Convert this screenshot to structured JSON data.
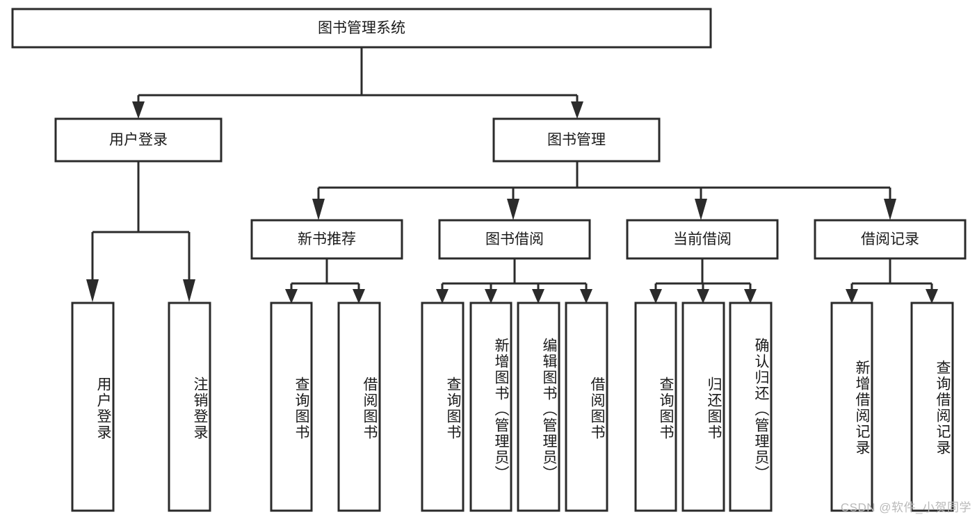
{
  "diagram": {
    "type": "tree-hierarchy",
    "title": "图书管理系统",
    "watermark": "CSDN @软件_小贺同学",
    "colors": {
      "stroke": "#2b2b2b",
      "fill": "#ffffff",
      "text": "#1a1a1a",
      "watermark": "#b9b9b9",
      "background": "#ffffff"
    },
    "levels": {
      "root": {
        "label": "图书管理系统"
      },
      "level2": [
        {
          "label": "用户登录"
        },
        {
          "label": "图书管理"
        }
      ],
      "level3": [
        {
          "label": "新书推荐"
        },
        {
          "label": "图书借阅"
        },
        {
          "label": "当前借阅"
        },
        {
          "label": "借阅记录"
        }
      ]
    },
    "nodes": {
      "root": "图书管理系统",
      "user_login": "用户登录",
      "book_manage": "图书管理",
      "new_book_rec": "新书推荐",
      "book_borrow": "图书借阅",
      "current_borrow": "当前借阅",
      "borrow_record": "借阅记录",
      "leaf_user_login": "用户登录",
      "leaf_user_logout": "注销登录",
      "leaf_query_book_1": "查询图书",
      "leaf_borrow_book_1": "借阅图书",
      "leaf_query_book_2": "查询图书",
      "leaf_add_book_admin": "新增图书（管理员）",
      "leaf_edit_book_admin": "编辑图书（管理员）",
      "leaf_borrow_book_2": "借阅图书",
      "leaf_query_book_3": "查询图书",
      "leaf_return_book": "归还图书",
      "leaf_confirm_return_admin": "确认归还（管理员）",
      "leaf_add_borrow_record": "新增借阅记录",
      "leaf_query_borrow_record": "查询借阅记录"
    }
  }
}
